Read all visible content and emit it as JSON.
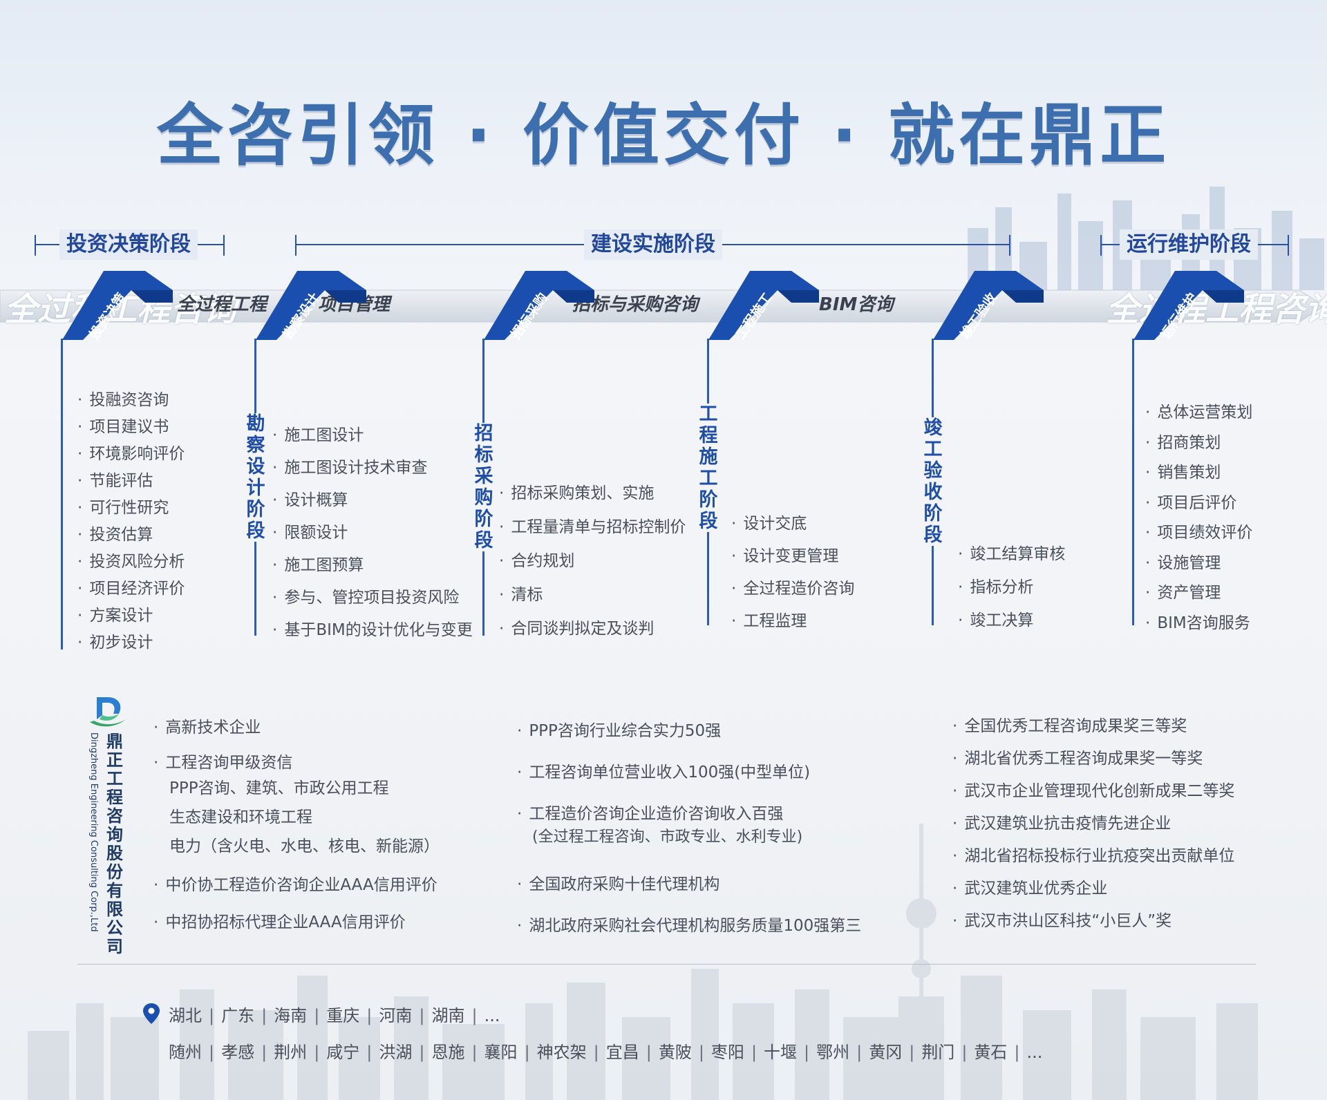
{
  "title": "全咨引领 · 价值交付 · 就在鼎正",
  "phases": {
    "invest": "投资决策阶段",
    "build": "建设实施阶段",
    "operate": "运行维护阶段"
  },
  "band": {
    "labels": [
      "全过程工程",
      "项目管理",
      "招标与采购咨询",
      "BIM咨询"
    ],
    "ghost_left": "全过程工程咨询",
    "ghost_right": "全过程工程咨询"
  },
  "tabs": [
    "投资决策",
    "勘察设计",
    "招标采购",
    "工程施工",
    "竣工验收",
    "运行维护"
  ],
  "vertical_labels": [
    "勘察设计阶段",
    "招标采购阶段",
    "工程施工阶段",
    "竣工验收阶段"
  ],
  "lists": {
    "invest": [
      "投融资咨询",
      "项目建议书",
      "环境影响评价",
      "节能评估",
      "可行性研究",
      "投资估算",
      "投资风险分析",
      "项目经济评价",
      "方案设计",
      "初步设计"
    ],
    "survey": [
      "施工图设计",
      "施工图设计技术审查",
      "设计概算",
      "限额设计",
      "施工图预算",
      "参与、管控项目投资风险",
      "基于BIM的设计优化与变更"
    ],
    "tender": [
      "招标采购策划、实施",
      "工程量清单与招标控制价",
      "合约规划",
      "清标",
      "合同谈判拟定及谈判"
    ],
    "construction": [
      "设计交底",
      "设计变更管理",
      "全过程造价咨询",
      "工程监理"
    ],
    "acceptance": [
      "竣工结算审核",
      "指标分析",
      "竣工决算"
    ],
    "operate": [
      "总体运营策划",
      "招商策划",
      "销售策划",
      "项目后评价",
      "项目绩效评价",
      "设施管理",
      "资产管理",
      "BIM咨询服务"
    ]
  },
  "company": {
    "name_cn": "鼎正工程咨询股份有限公司",
    "name_en": "Dingzheng Engineering Consulting Corp.,Ltd"
  },
  "honors": {
    "col1": {
      "items": [
        "高新技术企业",
        "工程咨询甲级资信"
      ],
      "sub": [
        "PPP咨询、建筑、市政公用工程",
        "生态建设和环境工程",
        "电力（含火电、水电、核电、新能源）"
      ],
      "items2": [
        "中价协工程造价咨询企业AAA信用评价",
        "中招协招标代理企业AAA信用评价"
      ]
    },
    "col2": {
      "items": [
        "PPP咨询行业综合实力50强",
        "工程咨询单位营业收入100强(中型单位)",
        "工程造价咨询企业造价咨询收入百强"
      ],
      "sub": "(全过程工程咨询、市政专业、水利专业)",
      "items2": [
        "全国政府采购十佳代理机构",
        "湖北政府采购社会代理机构服务质量100强第三"
      ]
    },
    "col3": [
      "全国优秀工程咨询成果奖三等奖",
      "湖北省优秀工程咨询成果奖一等奖",
      "武汉市企业管理现代化创新成果二等奖",
      "武汉建筑业抗击疫情先进企业",
      "湖北省招标投标行业抗疫突出贡献单位",
      "武汉建筑业优秀企业",
      "武汉市洪山区科技“小巨人”奖"
    ]
  },
  "regions": {
    "provinces": [
      "湖北",
      "广东",
      "海南",
      "重庆",
      "河南",
      "湖南"
    ],
    "cities": [
      "随州",
      "孝感",
      "荆州",
      "咸宁",
      "洪湖",
      "恩施",
      "襄阳",
      "神农架",
      "宜昌",
      "黄陂",
      "枣阳",
      "十堰",
      "鄂州",
      "黄冈",
      "荆门",
      "黄石"
    ],
    "more": "..."
  },
  "colors": {
    "accent": "#1f4ea8",
    "title": "#3d6fae",
    "text": "#4a4f5b"
  }
}
